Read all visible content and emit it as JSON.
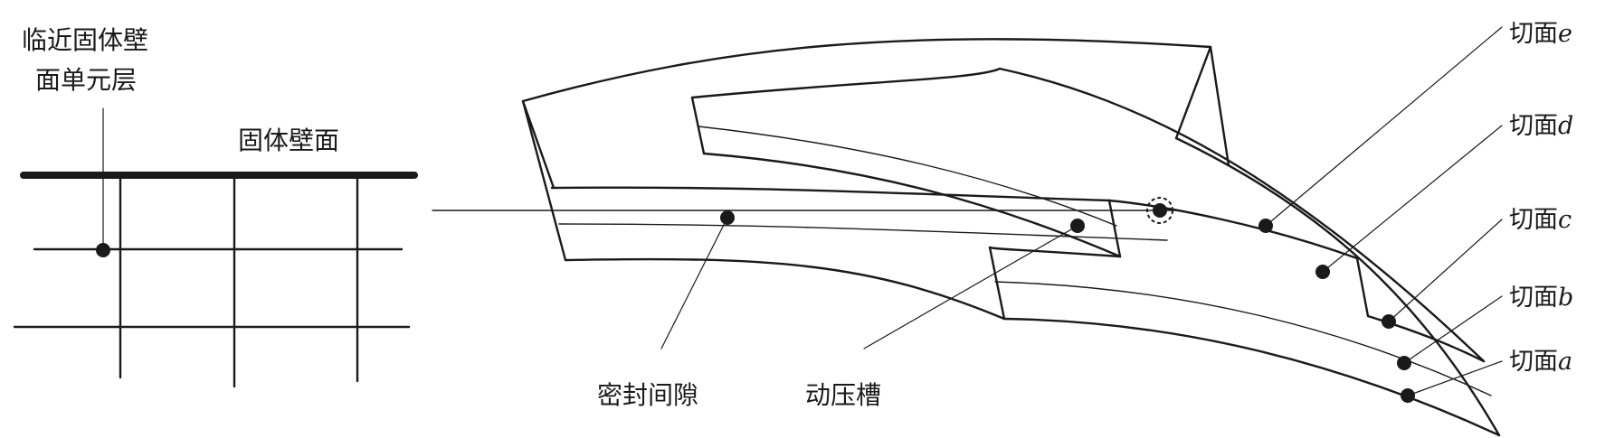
{
  "left_panel": {
    "near_wall_layer_line1": "临近固体壁",
    "near_wall_layer_line2": "面单元层",
    "solid_wall": "固体壁面"
  },
  "labels": {
    "seal_gap": "密封间隙",
    "groove": "动压槽"
  },
  "sections": [
    {
      "prefix": "切面",
      "letter": "e"
    },
    {
      "prefix": "切面",
      "letter": "d"
    },
    {
      "prefix": "切面",
      "letter": "c"
    },
    {
      "prefix": "切面",
      "letter": "b"
    },
    {
      "prefix": "切面",
      "letter": "a"
    }
  ]
}
